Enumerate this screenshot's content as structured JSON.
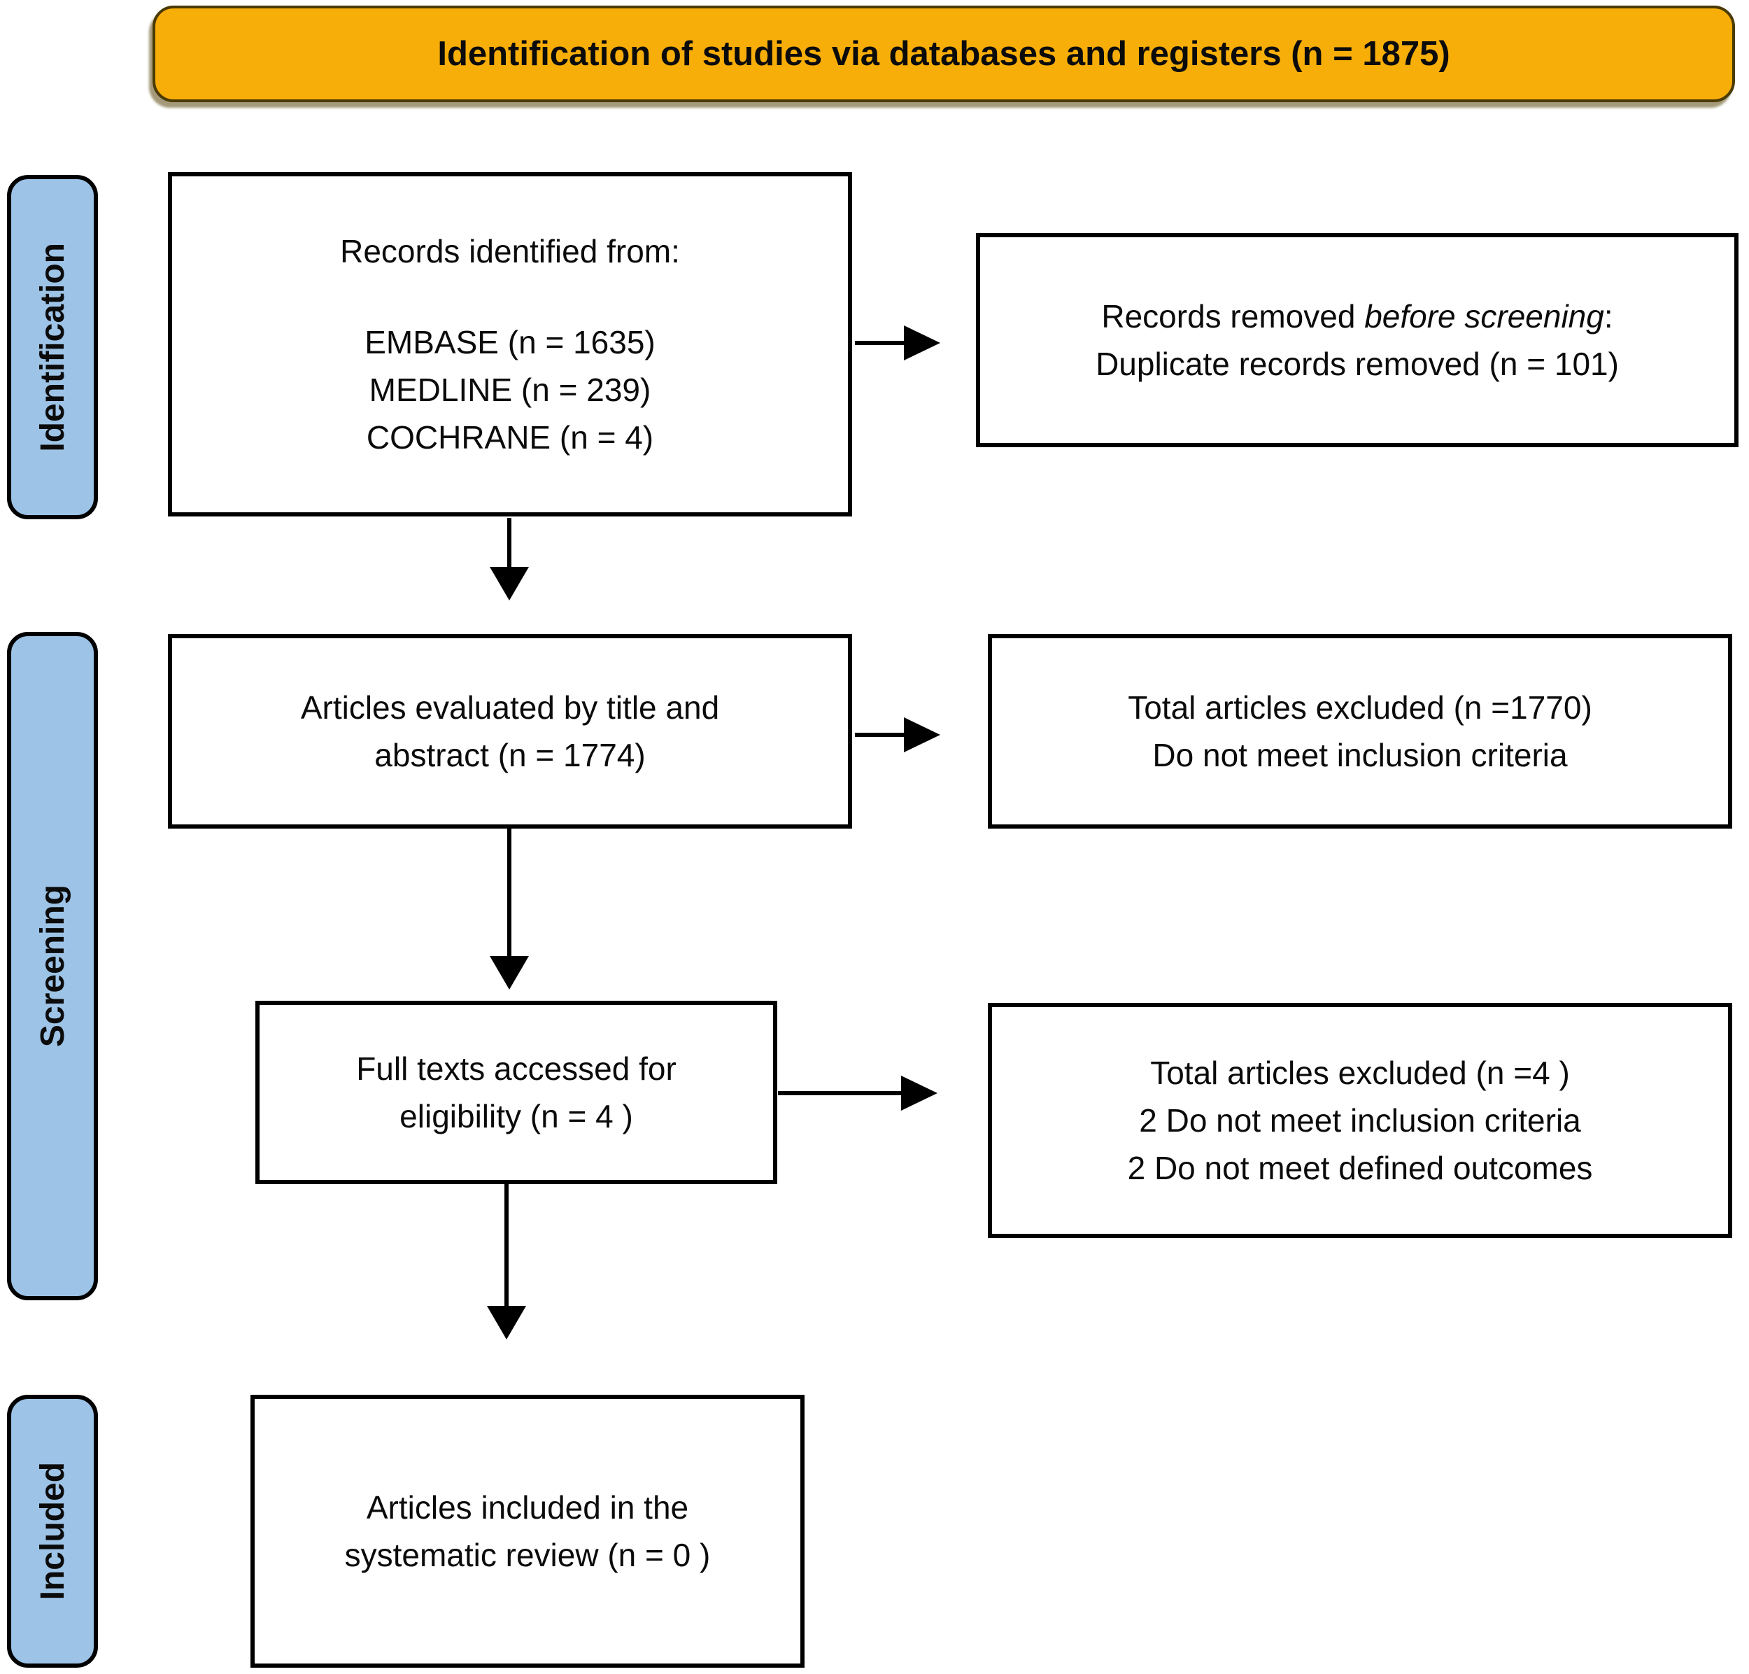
{
  "banner": {
    "label": "Identification of studies via databases and registers (n = 1875)"
  },
  "stages": [
    {
      "label": "Identification"
    },
    {
      "label": "Screening"
    },
    {
      "label": "Included"
    }
  ],
  "boxes": {
    "records_identified": {
      "intro": "Records identified from:",
      "sources": [
        "EMBASE (n = 1635)",
        "MEDLINE (n = 239)",
        "COCHRANE (n = 4)"
      ]
    },
    "records_removed": {
      "line1_prefix": "Records removed ",
      "line1_italic": "before screening",
      "line1_suffix": ":",
      "line2": "Duplicate records removed  (n = 101)"
    },
    "title_abstract_screen": {
      "lines": [
        "Articles evaluated by title and",
        "abstract (n = 1774)"
      ]
    },
    "excluded_title_abstract": {
      "lines": [
        "Total articles excluded (n =1770)",
        "Do not meet inclusion criteria"
      ]
    },
    "full_text_review": {
      "lines": [
        "Full texts accessed for",
        "eligibility (n = 4 )"
      ]
    },
    "excluded_full_text": {
      "lines": [
        "Total articles excluded (n =4 )",
        "2 Do not meet inclusion criteria",
        "2 Do not meet defined outcomes"
      ]
    },
    "included_review": {
      "lines": [
        "Articles included in the",
        "systematic review (n = 0 )"
      ]
    }
  },
  "colors": {
    "banner_bg": "#F8AE08",
    "stage_bg": "#9DC3E6",
    "box_bg": "#FFFFFF",
    "border": "#000000"
  }
}
